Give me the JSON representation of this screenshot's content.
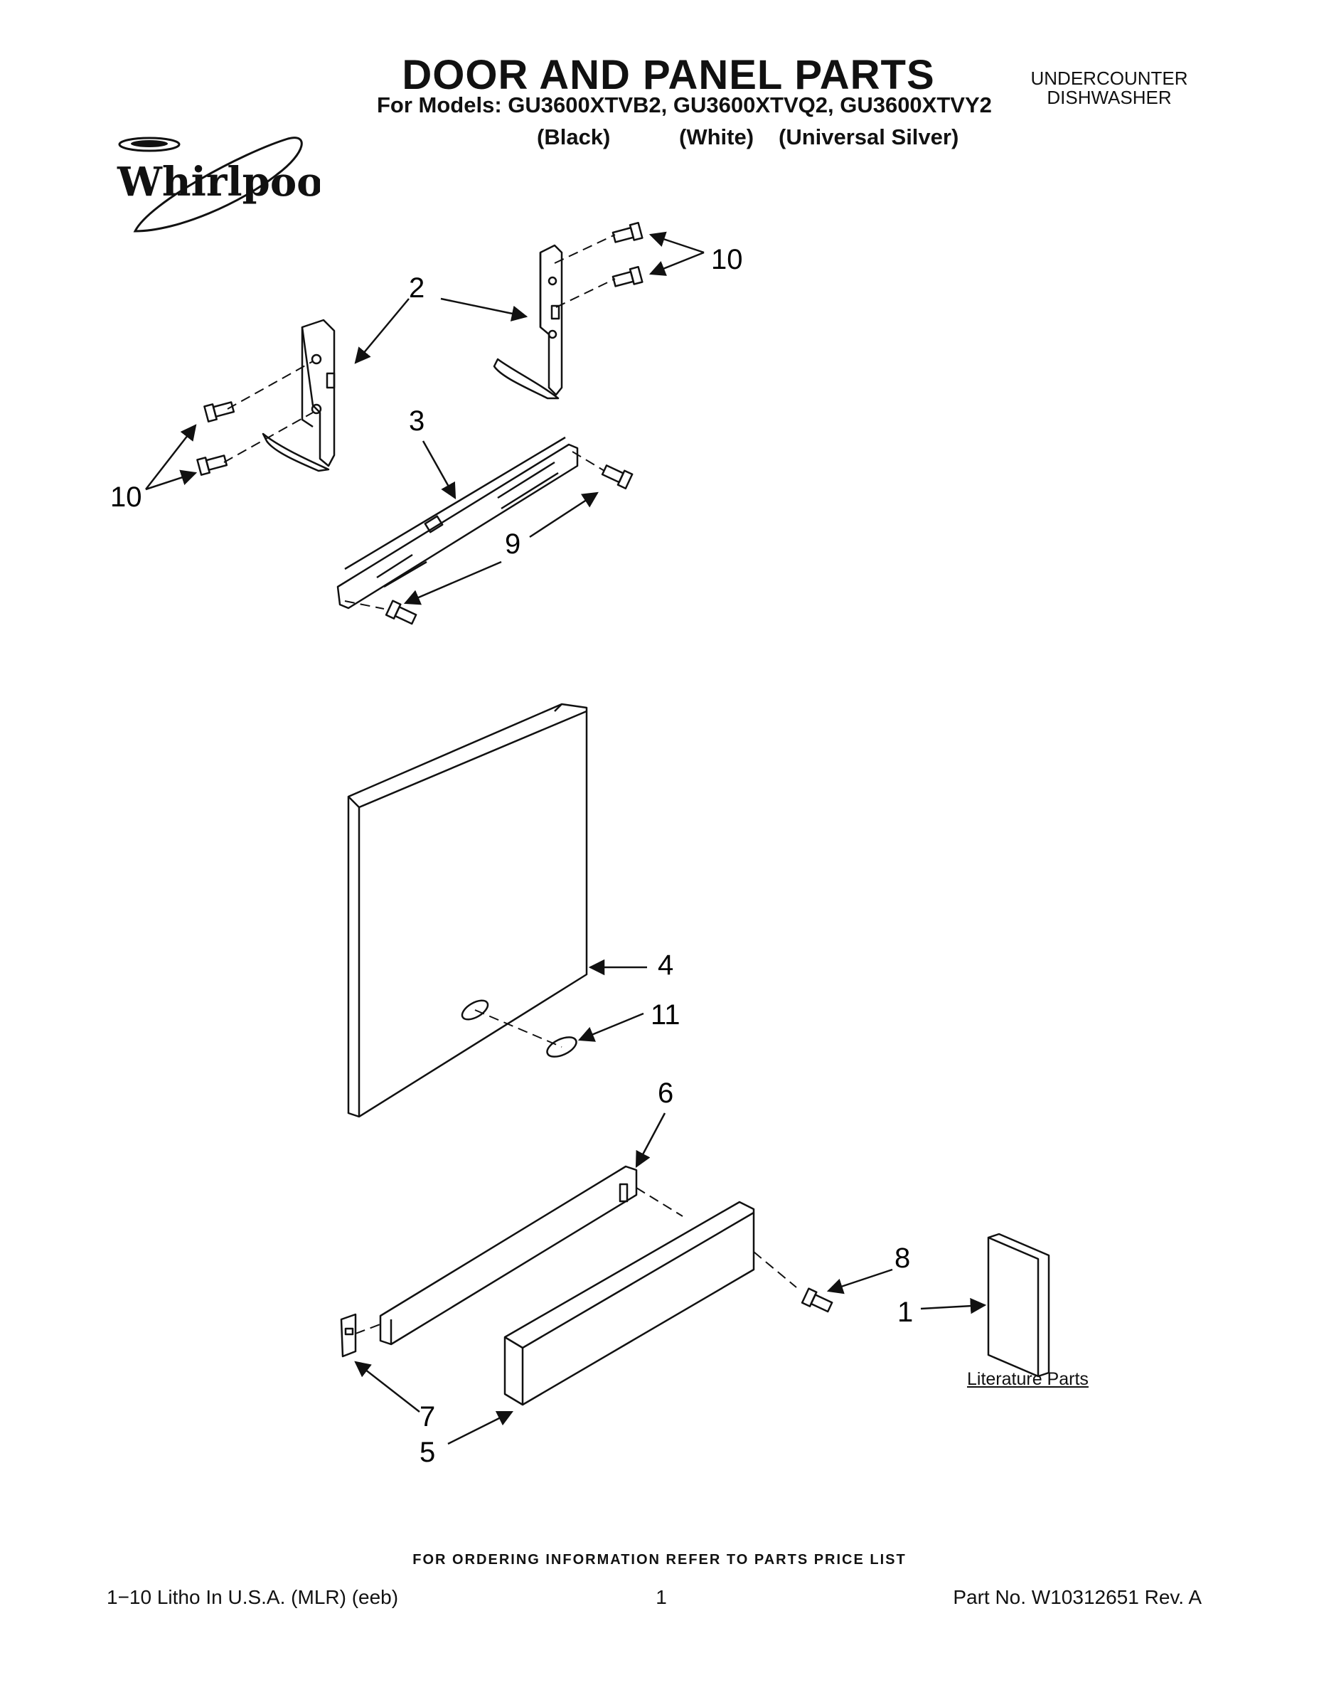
{
  "header": {
    "title": "DOOR AND PANEL PARTS",
    "models_line": "For Models: GU3600XTVB2, GU3600XTVQ2, GU3600XTVY2",
    "variants": [
      "(Black)",
      "(White)",
      "(Universal Silver)"
    ],
    "appliance_line1": "UNDERCOUNTER",
    "appliance_line2": "DISHWASHER",
    "brand": "Whirlpool"
  },
  "callouts": {
    "c1": "1",
    "c2": "2",
    "c3": "3",
    "c4": "4",
    "c5": "5",
    "c6": "6",
    "c7": "7",
    "c8": "8",
    "c9": "9",
    "c10a": "10",
    "c10b": "10",
    "c11": "11"
  },
  "literature_label": "Literature Parts",
  "footer": {
    "ordering": "FOR ORDERING INFORMATION REFER TO PARTS PRICE LIST",
    "left": "1−10 Litho In U.S.A. (MLR) (eeb)",
    "page": "1",
    "right": "Part No. W10312651 Rev. A"
  }
}
